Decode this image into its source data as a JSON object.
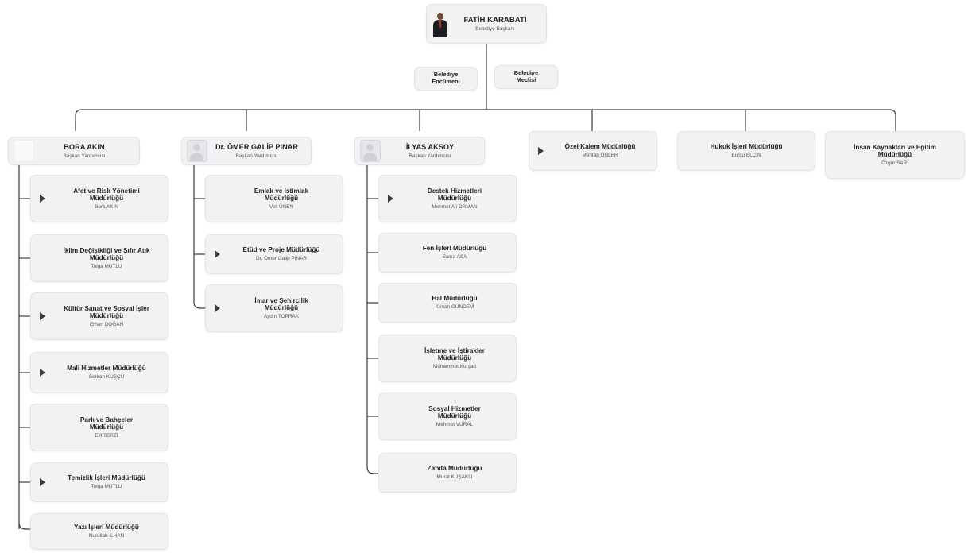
{
  "head": {
    "photo_icon": "person-photo",
    "name": "FATİH KARABATI",
    "role": "Belediye Başkanı"
  },
  "councils": [
    {
      "line1": "Belediye",
      "line2": "Encümeni"
    },
    {
      "line1": "Belediye",
      "line2": "Meclisi"
    }
  ],
  "deputies": [
    {
      "name": "BORA AKIN",
      "role": "Başkan Yardımcısı",
      "units": [
        {
          "title": "Afet ve Risk Yönetimi Müdürlüğü",
          "manager": "Bora AKIN",
          "expandable": true
        },
        {
          "title": "İklim Değişikliği ve Sıfır Atık Müdürlüğü",
          "manager": "Tolga MUTLU",
          "expandable": false
        },
        {
          "title": "Kültür Sanat ve Sosyal İşler Müdürlüğü",
          "manager": "Erhan DOĞAN",
          "expandable": true
        },
        {
          "title": "Mali Hizmetler Müdürlüğü",
          "manager": "Serkan KUŞÇU",
          "expandable": true
        },
        {
          "title": "Park ve Bahçeler Müdürlüğü",
          "manager": "Elif TERZİ",
          "expandable": false
        },
        {
          "title": "Temizlik İşleri Müdürlüğü",
          "manager": "Tolga MUTLU",
          "expandable": true
        },
        {
          "title": "Yazı İşleri Müdürlüğü",
          "manager": "Nurullah İLHAN",
          "expandable": false
        }
      ]
    },
    {
      "name": "Dr. ÖMER GALİP PINAR",
      "role": "Başkan Yardımcısı",
      "units": [
        {
          "title": "Emlak ve İstimlak Müdürlüğü",
          "manager": "Veli ÜNEN",
          "expandable": false
        },
        {
          "title": "Etüd ve Proje Müdürlüğü",
          "manager": "Dr. Ömer Galip PINAR",
          "expandable": true
        },
        {
          "title": "İmar ve Şehircilik Müdürlüğü",
          "manager": "Aydın TOPRAK",
          "expandable": true
        }
      ]
    },
    {
      "name": "İLYAS AKSOY",
      "role": "Başkan Yardımcısı",
      "units": [
        {
          "title": "Destek Hizmetleri Müdürlüğü",
          "manager": "Mehmet Ali ORMAN",
          "expandable": true
        },
        {
          "title": "Fen İşleri Müdürlüğü",
          "manager": "Esma ASA",
          "expandable": false
        },
        {
          "title": "Hal Müdürlüğü",
          "manager": "Kenan GÜNDEM",
          "expandable": false
        },
        {
          "title": "İşletme ve İştirakler Müdürlüğü",
          "manager": "Muhammet Kurşad",
          "expandable": false
        },
        {
          "title": "Sosyal Hizmetler Müdürlüğü",
          "manager": "Mehmet VURAL",
          "expandable": false
        },
        {
          "title": "Zabıta Müdürlüğü",
          "manager": "Murat KUŞAKLI",
          "expandable": false
        }
      ]
    }
  ],
  "direct_units": [
    {
      "title": "Özel Kalem Müdürlüğü",
      "manager": "Mehtap ÖNLER",
      "expandable": true
    },
    {
      "title": "Hukuk İşleri Müdürlüğü",
      "manager": "Burcu ELÇİN",
      "expandable": false
    },
    {
      "title": "İnsan Kaynakları ve Eğitim Müdürlüğü",
      "manager": "Özgür SARI",
      "expandable": false
    }
  ],
  "colors": {
    "connector": "#3a3a3a",
    "box_bg": "#f2f2f4",
    "box_border": "#e3e3e7"
  }
}
